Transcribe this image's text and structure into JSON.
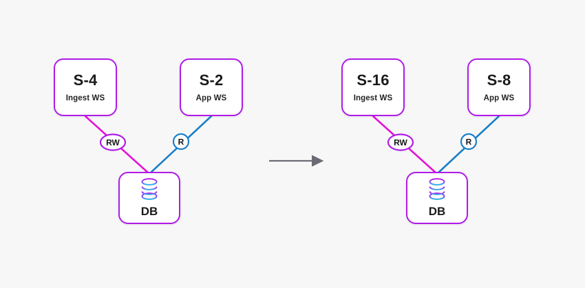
{
  "background_color": "#f7f7f8",
  "palette": {
    "node_border": "#b01ae8",
    "node_fill": "#ffffff",
    "edge_rw": "#e612d2",
    "edge_r": "#1a7fc8",
    "arrow": "#6b6b76",
    "text": "#1a1a1c",
    "db_icon_top": "#c01ae8",
    "db_icon_bottom": "#2bb8e8"
  },
  "diagrams": [
    {
      "id": "before",
      "nodes": [
        {
          "name": "ingest-ws",
          "title": "S-4",
          "subtitle": "Ingest WS"
        },
        {
          "name": "app-ws",
          "title": "S-2",
          "subtitle": "App WS"
        },
        {
          "name": "database",
          "title": "DB",
          "icon": "database-cylinder-icon"
        }
      ],
      "edges": [
        {
          "from": "S-4",
          "to": "DB",
          "label": "RW",
          "color": "#e612d2",
          "badge_shape": "ellipse"
        },
        {
          "from": "S-2",
          "to": "DB",
          "label": "R",
          "color": "#1a7fc8",
          "badge_shape": "circle"
        }
      ]
    },
    {
      "id": "after",
      "nodes": [
        {
          "name": "ingest-ws",
          "title": "S-16",
          "subtitle": "Ingest WS"
        },
        {
          "name": "app-ws",
          "title": "S-8",
          "subtitle": "App WS"
        },
        {
          "name": "database",
          "title": "DB",
          "icon": "database-cylinder-icon"
        }
      ],
      "edges": [
        {
          "from": "S-16",
          "to": "DB",
          "label": "RW",
          "color": "#e612d2",
          "badge_shape": "ellipse"
        },
        {
          "from": "S-8",
          "to": "DB",
          "label": "R",
          "color": "#1a7fc8",
          "badge_shape": "circle"
        }
      ]
    }
  ],
  "transition": {
    "name": "transition-arrow",
    "icon": "right-arrow-icon",
    "label": ""
  }
}
